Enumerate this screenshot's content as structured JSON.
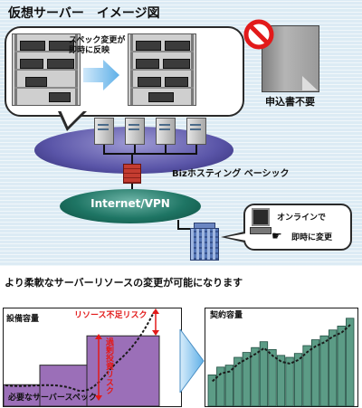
{
  "header": {
    "title": "仮想サーバー　イメージ図"
  },
  "top_bubble": {
    "callout_line1": "スペック変更が",
    "callout_line2": "即時に反映"
  },
  "no_paper": {
    "label": "申込書不要"
  },
  "hosting": {
    "label": "Bizホスティング ベーシック"
  },
  "network": {
    "label": "Internet/VPN"
  },
  "online_bubble": {
    "line1": "オンラインで",
    "line2": "即時に変更"
  },
  "lower": {
    "caption": "より柔軟なサーバーリソースの変更が可能になります",
    "left_chart": {
      "capacity_label": "設備容量",
      "shortage_label": "リソース不足リスク",
      "overinvest_label": "過剰投資リスク",
      "required_label": "必要なサーバースペック",
      "step_values": [
        0.22,
        0.42,
        0.72
      ],
      "curve_color": "#1a1a1a",
      "bar_color": "#9b6fb8"
    },
    "right_chart": {
      "capacity_label": "契約容量",
      "bar_values": [
        0.32,
        0.4,
        0.42,
        0.5,
        0.55,
        0.6,
        0.66,
        0.58,
        0.52,
        0.5,
        0.54,
        0.62,
        0.68,
        0.72,
        0.78,
        0.82,
        0.9
      ],
      "bar_color": "#5c9c86"
    }
  },
  "colors": {
    "risk_red": "#e21a1a",
    "accent_blue": "#5fb0e8"
  }
}
